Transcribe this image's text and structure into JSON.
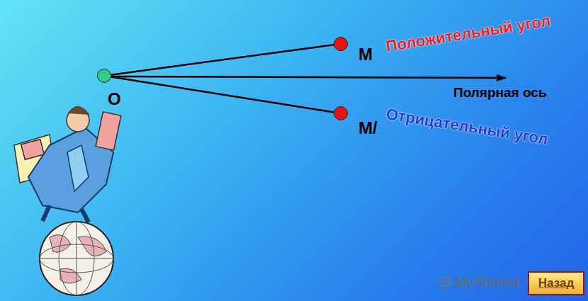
{
  "diagram": {
    "nodes": [
      {
        "text": [
          "O"
        ]
      },
      {
        "text": [
          "M"
        ]
      },
      {
        "text": [
          "M/"
        ]
      }
    ],
    "edges": [
      {
        "from": 0,
        "to": 1,
        "arrow": "none"
      },
      {
        "from": 0,
        "to": 2,
        "arrow": "none"
      }
    ],
    "labels": [
      "Полярная ось",
      "Положительный угол",
      "Отрицательный угол",
      "MyShared",
      "Назад"
    ]
  }
}
